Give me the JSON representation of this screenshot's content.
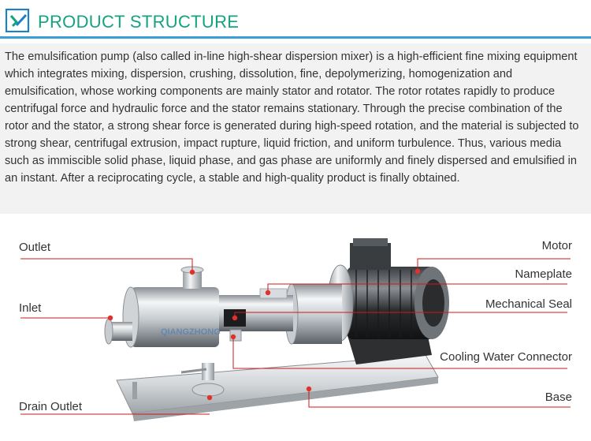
{
  "header": {
    "title": "PRODUCT STRUCTURE",
    "logo_icon": "chevron-check-icon",
    "accent_color": "#14a37f",
    "rule_color": "#3a9fd6"
  },
  "description": {
    "text": "The emulsification pump (also called in-line high-shear dispersion mixer) is a high-efficient fine mixing equipment which integrates mixing, dispersion, crushing, dissolution, fine, depolymerizing, homogenization and emulsification, whose working components are mainly stator and rotator. The rotor rotates rapidly to produce centrifugal force and hydraulic force and the stator remains stationary. Through the precise combination of the rotor and the stator, a strong shear force is generated during high-speed rotation, and the material is subjected to strong shear, centrifugal extrusion, impact rupture, liquid friction, and uniform turbulence. Thus, various media such as immiscible solid phase, liquid phase, and gas phase are uniformly and finely dispersed and emulsified in an instant. After a reciprocating cycle, a stable and high-quality product is finally obtained."
  },
  "diagram": {
    "labels": {
      "outlet": "Outlet",
      "inlet": "Inlet",
      "drain_outlet": "Drain Outlet",
      "motor": "Motor",
      "nameplate": "Nameplate",
      "mechanical_seal": "Mechanical Seal",
      "cooling_water_connector": "Cooling Water Connector",
      "base": "Base"
    },
    "brand_text": "QIANGZHONG",
    "leader_color": "#cc1a1a"
  }
}
